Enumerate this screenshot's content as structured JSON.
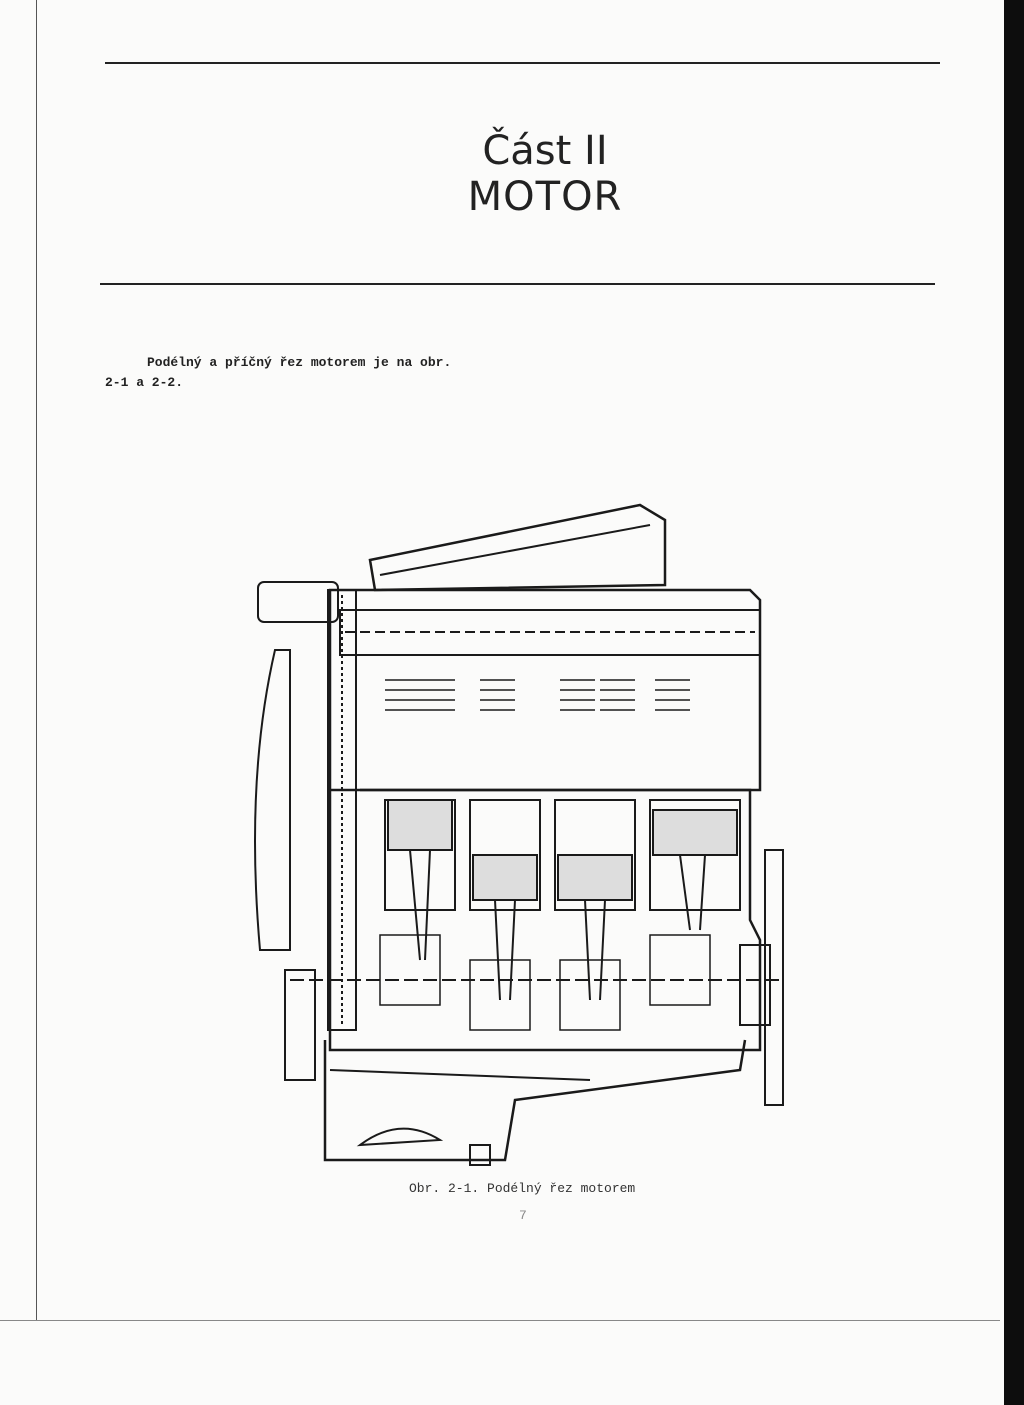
{
  "chapter": {
    "part_label": "Část II",
    "title": "MOTOR"
  },
  "intro_text": {
    "line1": "Podélný a příčný řez motorem je na obr.",
    "line2": "2-1 a 2-2."
  },
  "figure": {
    "caption": "Obr. 2-1. Podélný řez motorem"
  },
  "page_number": "7"
}
